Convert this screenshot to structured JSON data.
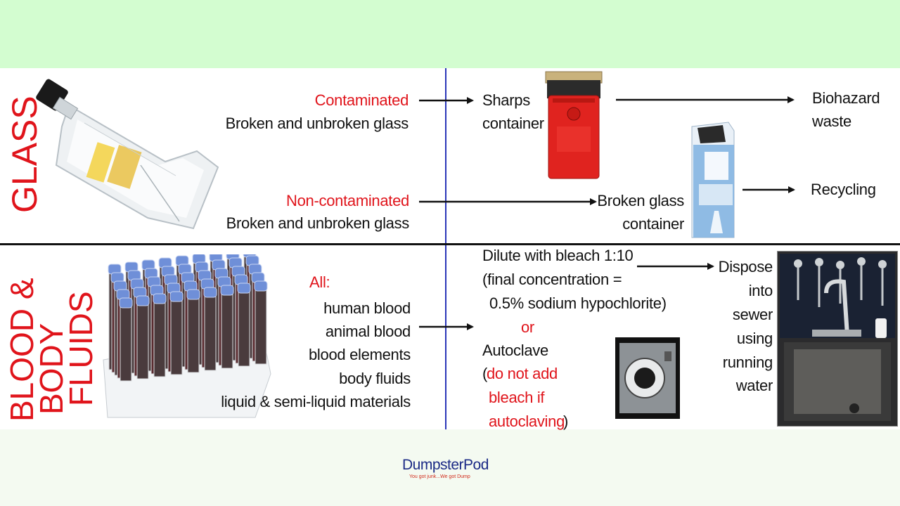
{
  "glass": {
    "title": "GLASS",
    "contaminated_label": "Contaminated",
    "contaminated_desc": "Broken and unbroken glass",
    "noncontaminated_label": "Non-contaminated",
    "noncontaminated_desc": "Broken and unbroken glass",
    "sharps_line1": "Sharps",
    "sharps_line2": "container",
    "biohazard_line1": "Biohazard",
    "biohazard_line2": "waste",
    "broken_glass_line1": "Broken glass",
    "broken_glass_line2": "container",
    "recycling": "Recycling"
  },
  "blood": {
    "title_line1": "BLOOD &",
    "title_line2": "BODY",
    "title_line3": "FLUIDS",
    "all_label": "All:",
    "items": [
      "human blood",
      "animal blood",
      "blood elements",
      "body fluids",
      "liquid &  semi-liquid materials"
    ],
    "dilute_line1": "Dilute with bleach 1:10",
    "dilute_line2": "(final concentration =",
    "dilute_line3": "0.5% sodium hypochlorite)",
    "or_label": "or",
    "autoclave": "Autoclave",
    "paren_open": "(",
    "note_line1": "do not add",
    "note_line2": "bleach if",
    "note_line3": "autoclaving",
    "paren_close": ")",
    "dispose_lines": [
      "Dispose",
      "into",
      "sewer",
      "using",
      "running",
      "water"
    ]
  },
  "logo": {
    "name": "DumpsterPod",
    "tagline": "You got junk...We got Dump"
  },
  "colors": {
    "top_band": "#d3fdd0",
    "accent_red": "#e0141b",
    "divider_blue": "#2a36b8"
  }
}
